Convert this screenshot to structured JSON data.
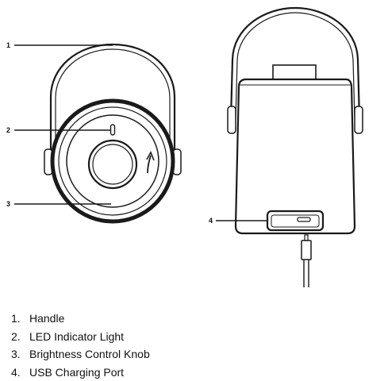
{
  "callouts": [
    "1",
    "2",
    "3",
    "4"
  ],
  "legend": [
    {
      "number": "1.",
      "label": "Handle"
    },
    {
      "number": "2.",
      "label": "LED Indicator Light"
    },
    {
      "number": "3.",
      "label": "Brightness Control Knob"
    },
    {
      "number": "4.",
      "label": "USB Charging Port"
    }
  ]
}
